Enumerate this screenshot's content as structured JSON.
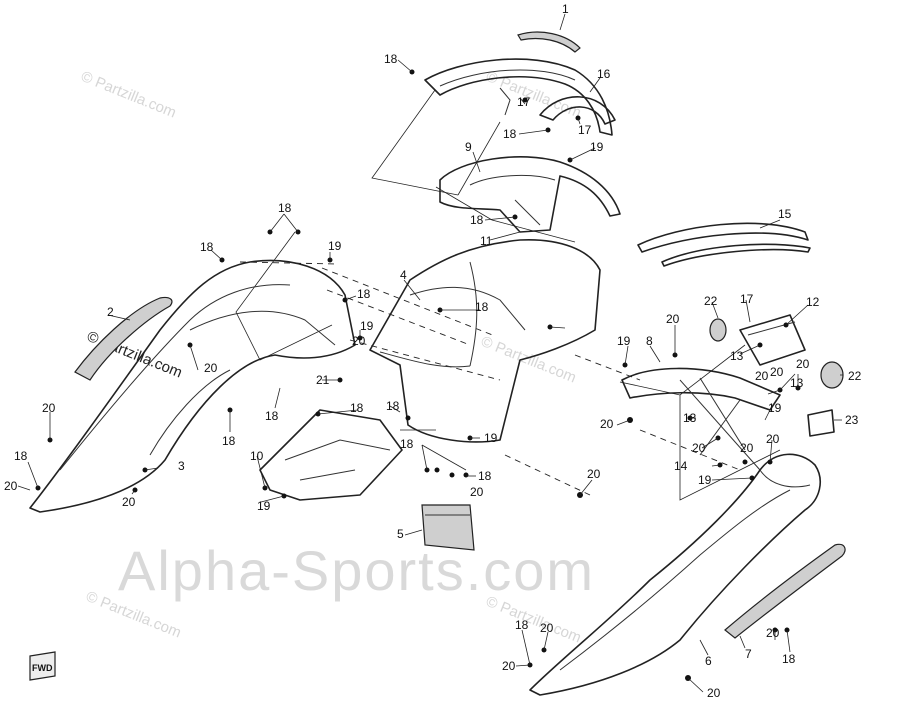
{
  "watermarks": {
    "main": "Alpha-Sports.com",
    "partzilla": "© Partzilla.com"
  },
  "logo": "FWD",
  "callouts": [
    {
      "id": "c1",
      "label": "1"
    },
    {
      "id": "c2",
      "label": "2"
    },
    {
      "id": "c3",
      "label": "3"
    },
    {
      "id": "c4",
      "label": "4"
    },
    {
      "id": "c5",
      "label": "5"
    },
    {
      "id": "c6",
      "label": "6"
    },
    {
      "id": "c7",
      "label": "7"
    },
    {
      "id": "c8",
      "label": "8"
    },
    {
      "id": "c9",
      "label": "9"
    },
    {
      "id": "c10",
      "label": "10"
    },
    {
      "id": "c11",
      "label": "11"
    },
    {
      "id": "c12",
      "label": "12"
    },
    {
      "id": "c13a",
      "label": "13"
    },
    {
      "id": "c13b",
      "label": "13"
    },
    {
      "id": "c13c",
      "label": "13"
    },
    {
      "id": "c14",
      "label": "14"
    },
    {
      "id": "c15",
      "label": "15"
    },
    {
      "id": "c16",
      "label": "16"
    },
    {
      "id": "c17a",
      "label": "17"
    },
    {
      "id": "c17b",
      "label": "17"
    },
    {
      "id": "c17c",
      "label": "17"
    },
    {
      "id": "c18a",
      "label": "18"
    },
    {
      "id": "c18b",
      "label": "18"
    },
    {
      "id": "c18c",
      "label": "18"
    },
    {
      "id": "c18d",
      "label": "18"
    },
    {
      "id": "c18e",
      "label": "18"
    },
    {
      "id": "c18f",
      "label": "18"
    },
    {
      "id": "c18g",
      "label": "18"
    },
    {
      "id": "c18h",
      "label": "18"
    },
    {
      "id": "c18i",
      "label": "18"
    },
    {
      "id": "c18j",
      "label": "18"
    },
    {
      "id": "c18k",
      "label": "18"
    },
    {
      "id": "c18l",
      "label": "18"
    },
    {
      "id": "c18m",
      "label": "18"
    },
    {
      "id": "c18n",
      "label": "18"
    },
    {
      "id": "c18o",
      "label": "18"
    },
    {
      "id": "c18p",
      "label": "18"
    },
    {
      "id": "c19a",
      "label": "19"
    },
    {
      "id": "c19b",
      "label": "19"
    },
    {
      "id": "c19c",
      "label": "19"
    },
    {
      "id": "c19d",
      "label": "19"
    },
    {
      "id": "c19e",
      "label": "19"
    },
    {
      "id": "c19f",
      "label": "19"
    },
    {
      "id": "c19g",
      "label": "19"
    },
    {
      "id": "c19h",
      "label": "19"
    },
    {
      "id": "c20a",
      "label": "20"
    },
    {
      "id": "c20b",
      "label": "20"
    },
    {
      "id": "c20c",
      "label": "20"
    },
    {
      "id": "c20d",
      "label": "20"
    },
    {
      "id": "c20e",
      "label": "20"
    },
    {
      "id": "c20f",
      "label": "20"
    },
    {
      "id": "c20g",
      "label": "20"
    },
    {
      "id": "c20h",
      "label": "20"
    },
    {
      "id": "c20i",
      "label": "20"
    },
    {
      "id": "c20j",
      "label": "20"
    },
    {
      "id": "c20k",
      "label": "20"
    },
    {
      "id": "c20l",
      "label": "20"
    },
    {
      "id": "c20m",
      "label": "20"
    },
    {
      "id": "c20n",
      "label": "20"
    },
    {
      "id": "c20o",
      "label": "20"
    },
    {
      "id": "c20p",
      "label": "20"
    },
    {
      "id": "c20q",
      "label": "20"
    },
    {
      "id": "c20r",
      "label": "20"
    },
    {
      "id": "c20s",
      "label": "20"
    },
    {
      "id": "c21",
      "label": "21"
    },
    {
      "id": "c22a",
      "label": "22"
    },
    {
      "id": "c22b",
      "label": "22"
    },
    {
      "id": "c23",
      "label": "23"
    }
  ]
}
